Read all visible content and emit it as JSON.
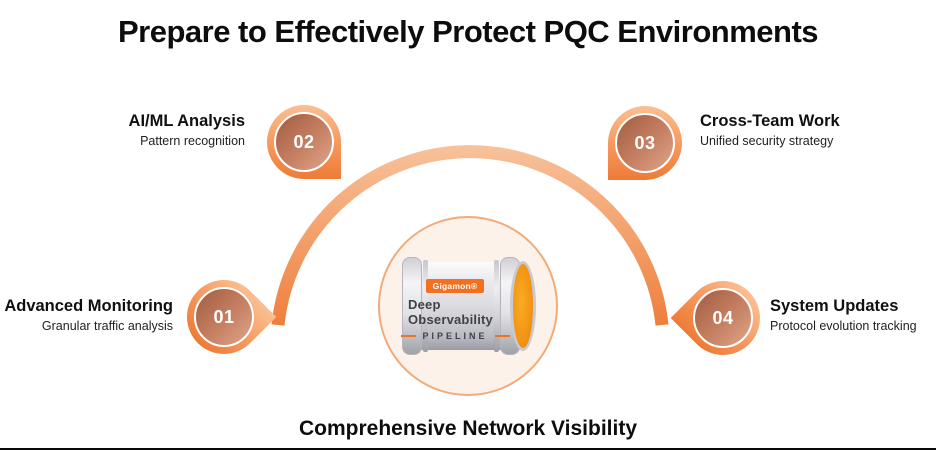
{
  "title": "Prepare to Effectively Protect PQC Environments",
  "caption": "Comprehensive Network Visibility",
  "center": {
    "brand": "Gigamon®",
    "product_line1": "Deep Observability",
    "product_line2": "PIPELINE"
  },
  "items": [
    {
      "number": "01",
      "title": "Advanced Monitoring",
      "subtitle": "Granular traffic analysis"
    },
    {
      "number": "02",
      "title": "AI/ML Analysis",
      "subtitle": "Pattern recognition"
    },
    {
      "number": "03",
      "title": "Cross-Team Work",
      "subtitle": "Unified security strategy"
    },
    {
      "number": "04",
      "title": "System Updates",
      "subtitle": "Protocol evolution tracking"
    }
  ],
  "colors": {
    "accent_orange": "#EE7B36",
    "arc_gradient_top": "#F8C8A3",
    "arc_gradient_bottom": "#EE7B36",
    "badge_copper_dark": "#A15B40",
    "badge_copper_light": "#DFA78C",
    "brand_badge_orange": "#F2701F",
    "pipe_opening_amber": "#F39313",
    "center_circle_bg": "#FDF2EA",
    "center_circle_border": "#F2AB78"
  }
}
